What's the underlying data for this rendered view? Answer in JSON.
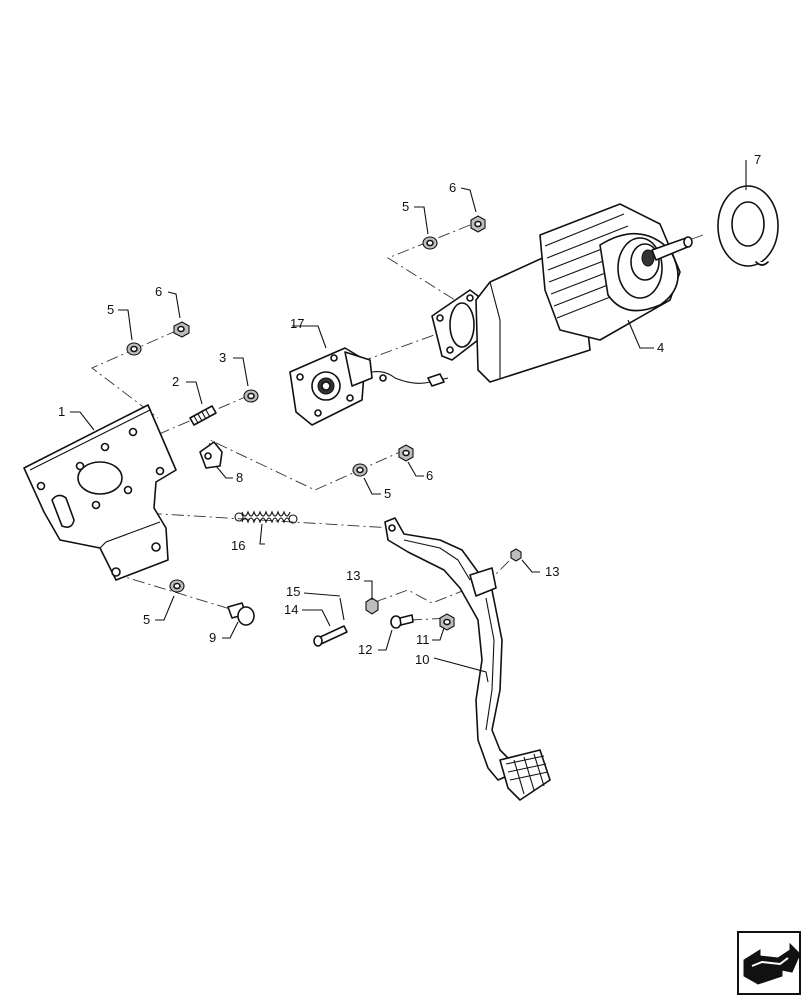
{
  "callouts": [
    {
      "id": "c1",
      "label": "1"
    },
    {
      "id": "c2",
      "label": "2"
    },
    {
      "id": "c3",
      "label": "3"
    },
    {
      "id": "c4",
      "label": "4"
    },
    {
      "id": "c5a",
      "label": "5"
    },
    {
      "id": "c5b",
      "label": "5"
    },
    {
      "id": "c5c",
      "label": "5"
    },
    {
      "id": "c5d",
      "label": "5"
    },
    {
      "id": "c6a",
      "label": "6"
    },
    {
      "id": "c6b",
      "label": "6"
    },
    {
      "id": "c6c",
      "label": "6"
    },
    {
      "id": "c7",
      "label": "7"
    },
    {
      "id": "c8",
      "label": "8"
    },
    {
      "id": "c9",
      "label": "9"
    },
    {
      "id": "c10",
      "label": "10"
    },
    {
      "id": "c11",
      "label": "11"
    },
    {
      "id": "c12",
      "label": "12"
    },
    {
      "id": "c13a",
      "label": "13"
    },
    {
      "id": "c13b",
      "label": "13"
    },
    {
      "id": "c14",
      "label": "14"
    },
    {
      "id": "c15",
      "label": "15"
    },
    {
      "id": "c16",
      "label": "16"
    },
    {
      "id": "c17",
      "label": "17"
    }
  ],
  "nav_icon": "arrow-navigation-icon"
}
